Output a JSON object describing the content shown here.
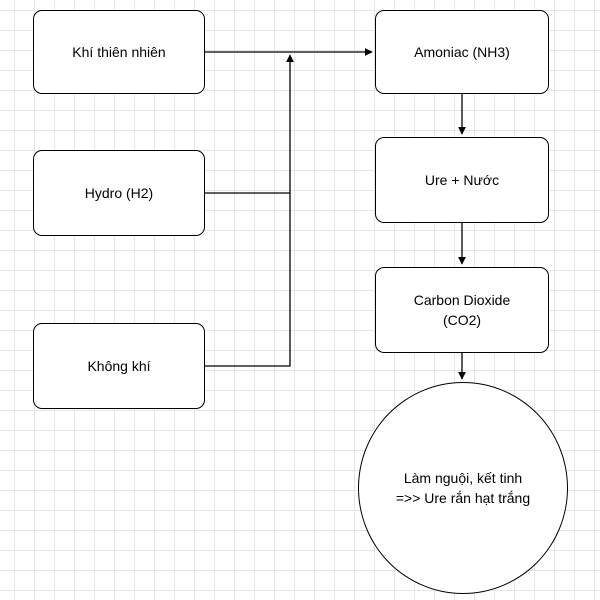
{
  "diagram": {
    "colors": {
      "background": "#ffffff",
      "grid": "#e6e6e6",
      "stroke": "#000000",
      "text": "#000000"
    },
    "nodes": {
      "khi_thien_nhien": "Khí thiên nhiên",
      "hydro": "Hydro (H2)",
      "khong_khi": "Không khí",
      "amoniac": "Amoniac (NH3)",
      "ure_nuoc": "Ure + Nước",
      "co2": "Carbon Dioxide\n(CO2)",
      "lam_nguoi": "Làm nguội, kết tinh\n=>> Ure rắn hạt trắng"
    },
    "edges": [
      {
        "from": "khi_thien_nhien",
        "to": "amoniac"
      },
      {
        "from": "hydro",
        "to": "amoniac"
      },
      {
        "from": "khong_khi",
        "to": "amoniac"
      },
      {
        "from": "amoniac",
        "to": "ure_nuoc"
      },
      {
        "from": "ure_nuoc",
        "to": "co2"
      },
      {
        "from": "co2",
        "to": "lam_nguoi"
      }
    ]
  }
}
